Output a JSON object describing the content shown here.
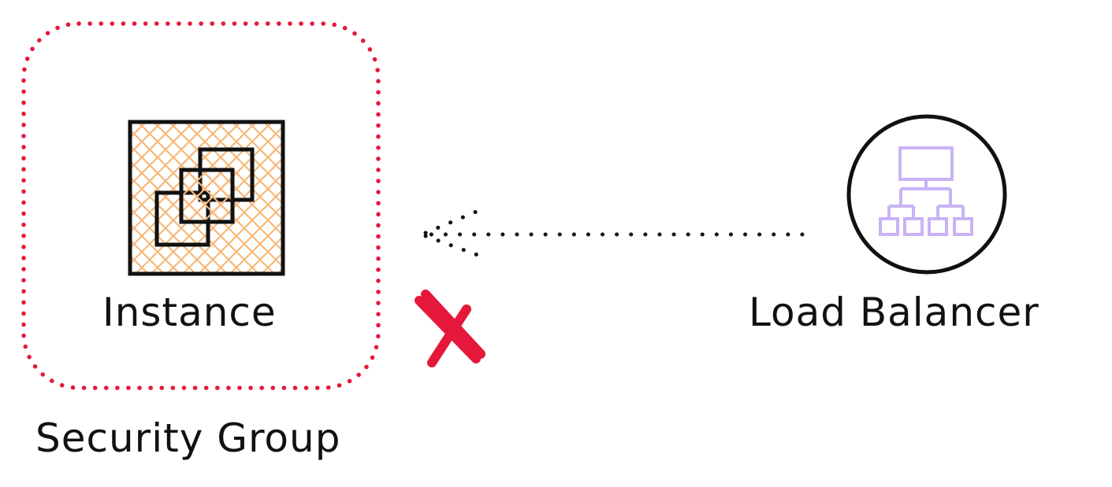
{
  "diagram": {
    "security_group": {
      "label": "Security Group",
      "border_color": "#e5183b"
    },
    "instance": {
      "label": "Instance",
      "icon": "ec2-instance-icon",
      "fill_color": "#f8b77a"
    },
    "load_balancer": {
      "label": "Load Balancer",
      "icon": "load-balancer-icon",
      "icon_color": "#c9b3f5"
    },
    "connection": {
      "style": "dotted-arrow",
      "from": "Load Balancer",
      "to": "Instance",
      "status": "blocked"
    },
    "blocked_marker": {
      "icon": "red-x-icon",
      "color": "#e5183b"
    }
  }
}
